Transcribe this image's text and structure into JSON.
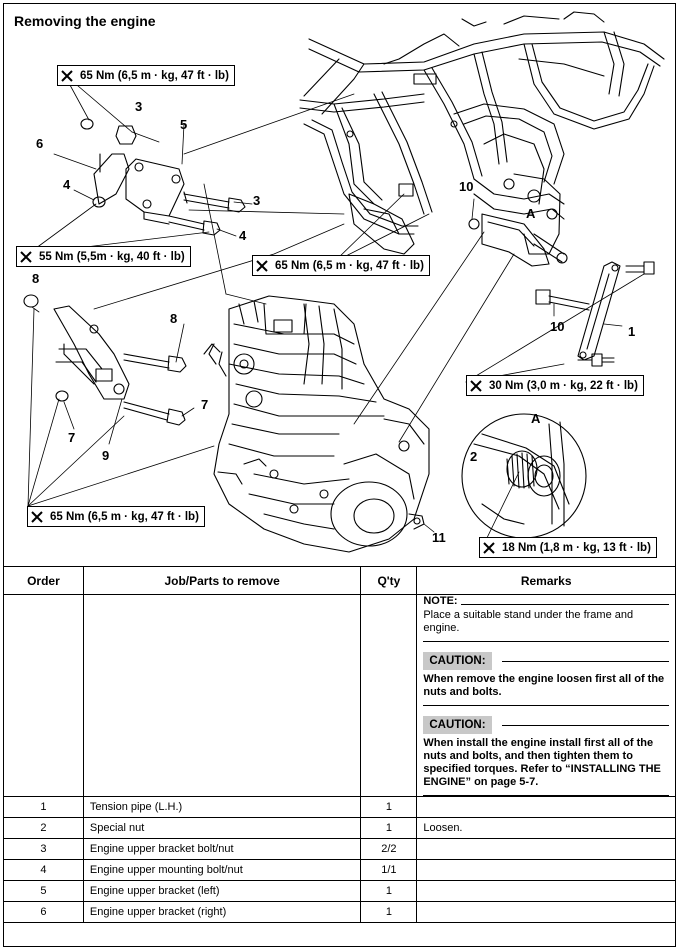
{
  "section_title": "Removing the engine",
  "torque_labels": {
    "t1": "65 Nm (6,5 m · kg, 47 ft · lb)",
    "t2": "55 Nm (5,5m · kg, 40 ft · lb)",
    "t3": "65 Nm (6,5 m · kg, 47 ft · lb)",
    "t4": "30 Nm (3,0 m · kg, 22 ft · lb)",
    "t5": "65 Nm (6,5 m · kg, 47 ft · lb)",
    "t6": "18 Nm (1,8 m · kg, 13 ft · lb)"
  },
  "callouts": {
    "c3a": "3",
    "c5": "5",
    "c6": "6",
    "c4a": "4",
    "c3b": "3",
    "c4b": "4",
    "c10a": "10",
    "cA": "A",
    "c8a": "8",
    "c8b": "8",
    "c7a": "7",
    "c7b": "7",
    "c9": "9",
    "c10b": "10",
    "c1": "1",
    "c11": "11",
    "cA2": "A",
    "c2": "2"
  },
  "table": {
    "headers": {
      "order": "Order",
      "job": "Job/Parts to remove",
      "qty": "Q'ty",
      "remarks": "Remarks"
    },
    "note": {
      "label": "NOTE:",
      "text": "Place a suitable stand under the frame and engine."
    },
    "caution1": {
      "label": "CAUTION:",
      "text": "When remove the engine loosen first all of the nuts and bolts."
    },
    "caution2": {
      "label": "CAUTION:",
      "text": "When install the engine install first all of the nuts and bolts, and then tighten them to specified torques. Refer to “INSTALLING THE ENGINE” on page 5-7."
    },
    "rows": [
      {
        "order": "1",
        "job": "Tension pipe (L.H.)",
        "qty": "1",
        "remarks": ""
      },
      {
        "order": "2",
        "job": "Special nut",
        "qty": "1",
        "remarks": "Loosen."
      },
      {
        "order": "3",
        "job": "Engine upper bracket bolt/nut",
        "qty": "2/2",
        "remarks": ""
      },
      {
        "order": "4",
        "job": "Engine upper mounting bolt/nut",
        "qty": "1/1",
        "remarks": ""
      },
      {
        "order": "5",
        "job": "Engine upper bracket (left)",
        "qty": "1",
        "remarks": ""
      },
      {
        "order": "6",
        "job": "Engine upper bracket (right)",
        "qty": "1",
        "remarks": ""
      }
    ]
  }
}
